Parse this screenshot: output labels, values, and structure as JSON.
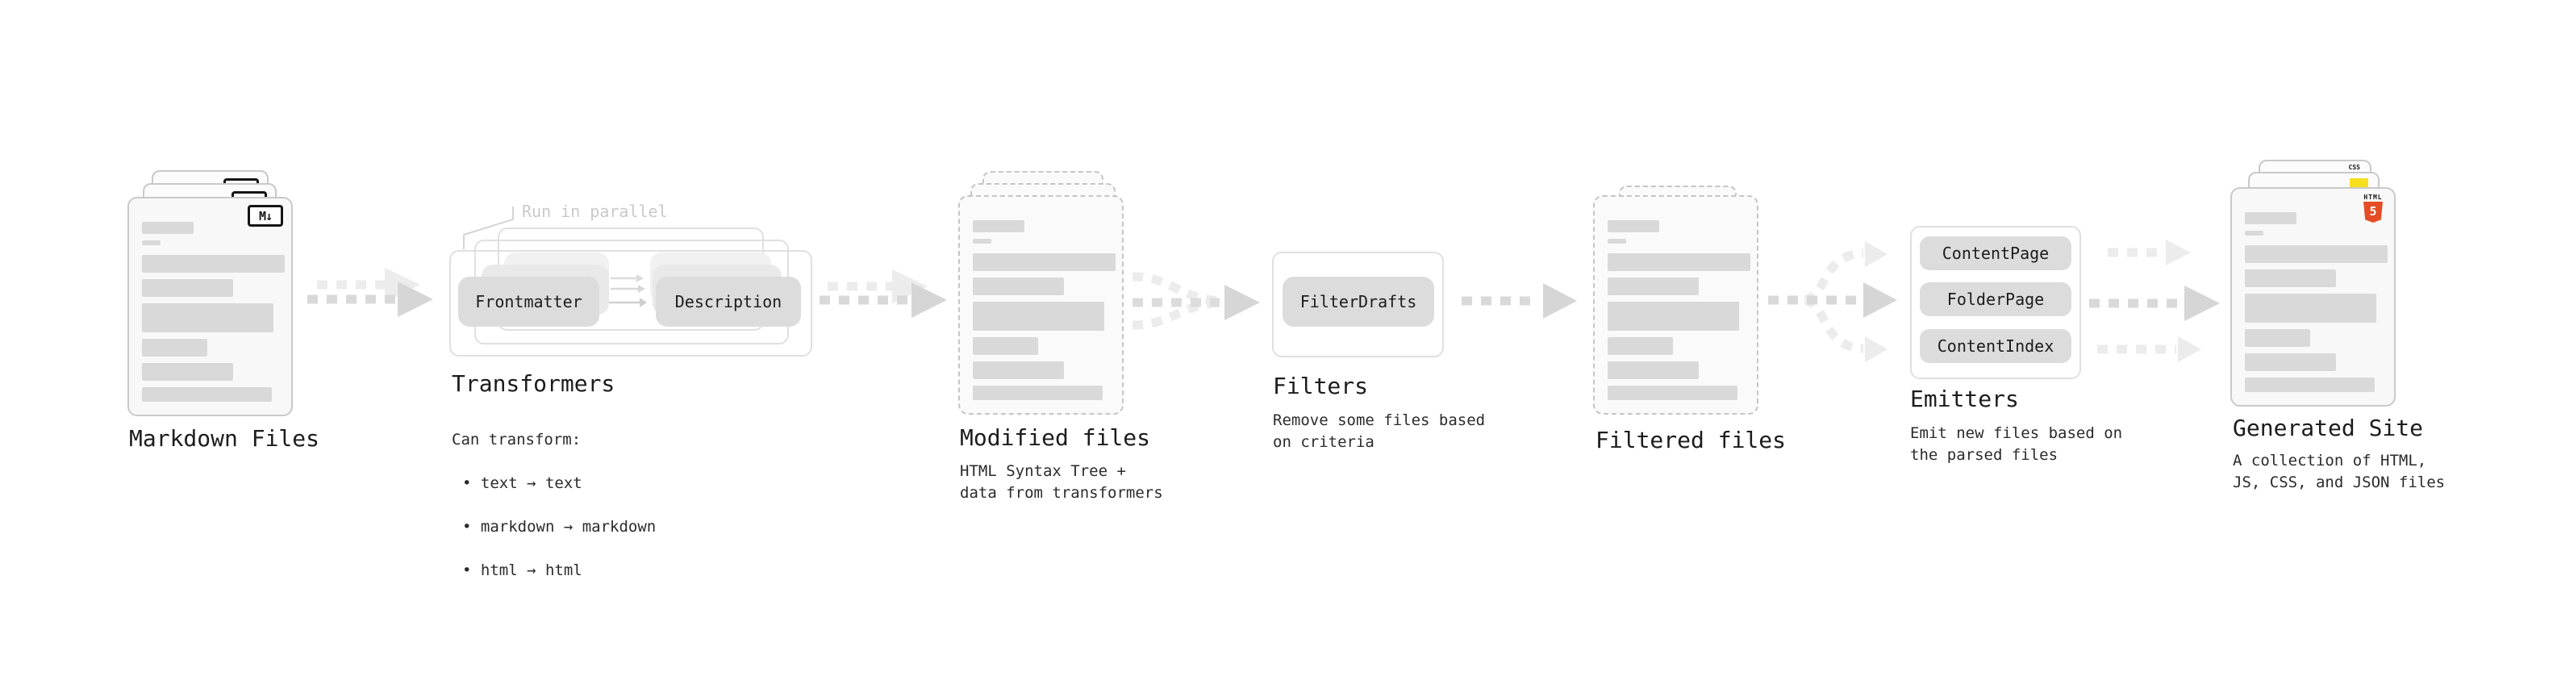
{
  "diagram": {
    "markdown_files": {
      "title": "Markdown Files",
      "badge_label": "M↓"
    },
    "transformers": {
      "note": "Run in parallel",
      "transformer_input": "Frontmatter",
      "transformer_output": "Description",
      "title": "Transformers",
      "description_heading": "Can transform:",
      "bullets": [
        "• text → text",
        "• markdown → markdown",
        "• html → html"
      ]
    },
    "modified_files": {
      "title": "Modified files",
      "subtitle": "HTML Syntax Tree +\ndata from transformers"
    },
    "filters": {
      "title": "Filters",
      "filter_name": "FilterDrafts",
      "subtitle": "Remove some files based\non criteria"
    },
    "filtered_files": {
      "title": "Filtered files"
    },
    "emitters": {
      "title": "Emitters",
      "emitter_names": [
        "ContentPage",
        "FolderPage",
        "ContentIndex"
      ],
      "subtitle": "Emit new files based on\nthe parsed files"
    },
    "generated_site": {
      "title": "Generated Site",
      "subtitle": "A collection of HTML,\nJS, CSS, and JSON files",
      "html5_badge": {
        "word": "HTML",
        "number": "5"
      },
      "css_badge": {
        "word": "CSS"
      }
    },
    "colors": {
      "html5_orange": "#e44d26",
      "js_yellow": "#f7df1e",
      "css_blue": "#2965f1"
    }
  }
}
